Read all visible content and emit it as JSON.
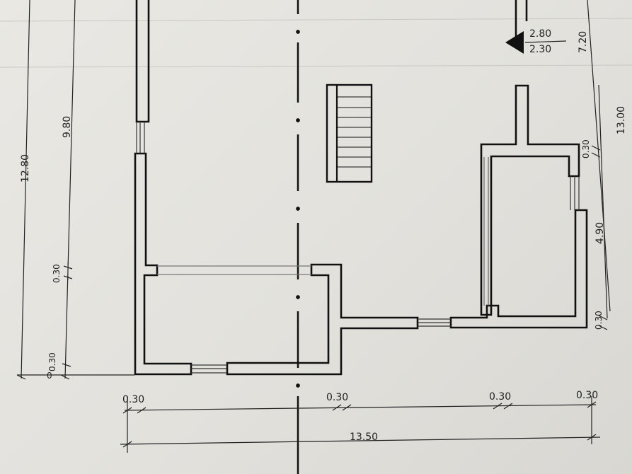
{
  "plan": {
    "dim_total_height": "12.80",
    "dim_inner_height": "9.80",
    "dim_wall_left_1": "0.30",
    "dim_wall_left_2": "0.30",
    "dim_wall_left_2b": "0",
    "dim_bottom_w1": "0.30",
    "dim_bottom_w2": "0.30",
    "dim_bottom_w3": "0.30",
    "dim_bottom_w4": "0.30",
    "dim_total_width": "13.50",
    "dim_right_top": "7.20",
    "dim_right_total": "13.00",
    "dim_right_wall_1": "0.30",
    "dim_right_room": "4.90",
    "dim_right_wall_2": "0.30",
    "level_upper": "2.80",
    "level_lower": "2.30"
  }
}
